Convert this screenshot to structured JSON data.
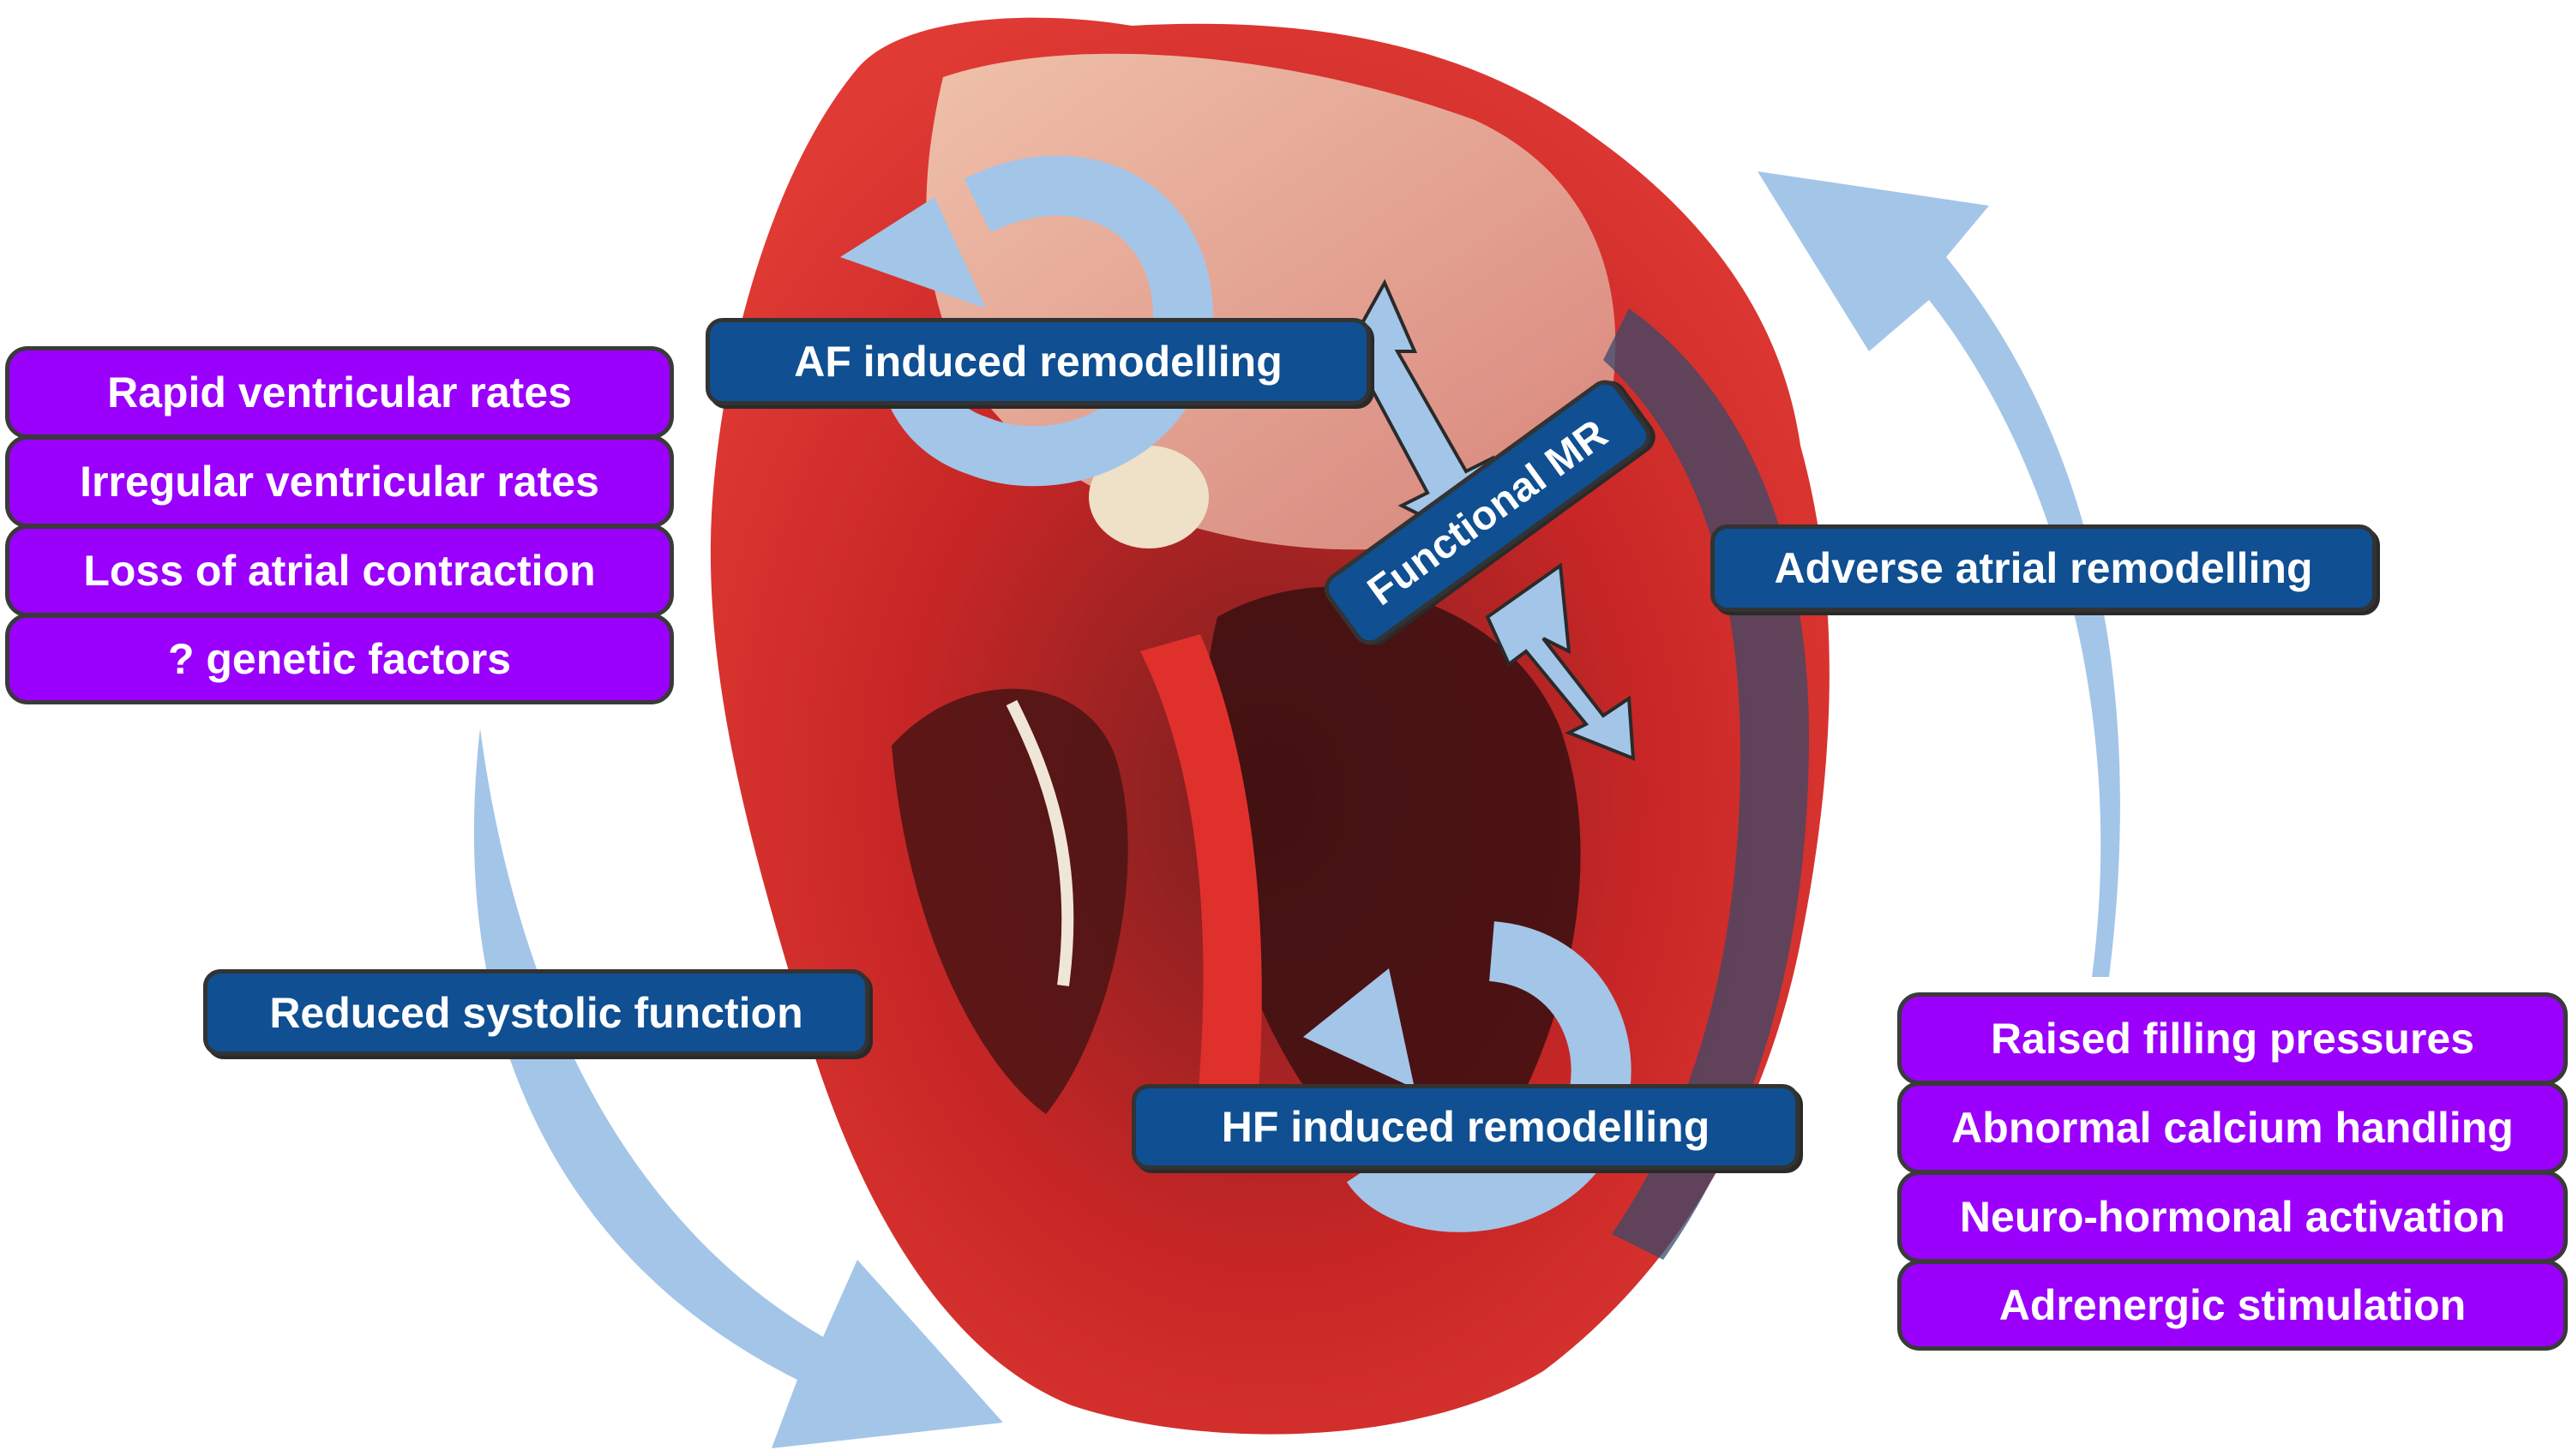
{
  "figure": {
    "description": "Heart cross-section illustrating AF and heart failure interplay",
    "colors": {
      "purple_box": "#9a00fb",
      "blue_box": "#0f4f92",
      "arrow": "#a3c5e8",
      "heart_red": "#d8282a"
    }
  },
  "left_factors": {
    "items": [
      {
        "label": "Rapid ventricular rates"
      },
      {
        "label": "Irregular ventricular rates"
      },
      {
        "label": "Loss of atrial contraction"
      },
      {
        "label": "? genetic factors"
      }
    ]
  },
  "right_factors": {
    "items": [
      {
        "label": "Raised filling pressures"
      },
      {
        "label": "Abnormal calcium handling"
      },
      {
        "label": "Neuro-hormonal activation"
      },
      {
        "label": "Adrenergic stimulation"
      }
    ]
  },
  "labels": {
    "af_remodelling": "AF induced remodelling",
    "functional_mr": "Functional MR",
    "adverse_atrial": "Adverse atrial remodelling",
    "reduced_systolic": "Reduced systolic function",
    "hf_remodelling": "HF induced remodelling"
  },
  "icons": {
    "left_curve_arrow": "curved-arrow-down-right",
    "right_curve_arrow": "curved-arrow-up-left",
    "af_cycle": "circular-arrow",
    "hf_cycle": "circular-arrow",
    "mr_double_arrows": "double-headed-arrow"
  }
}
